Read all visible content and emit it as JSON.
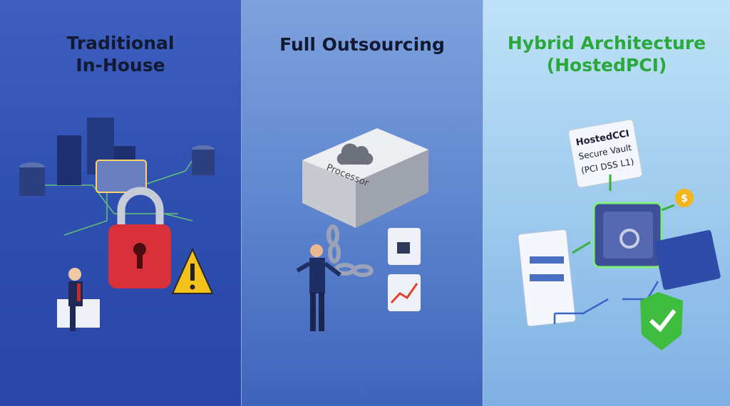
{
  "panels": [
    {
      "title_line1": "Traditional",
      "title_line2": "In-House"
    },
    {
      "title_line1": "Full Outsourcing",
      "processor_label": "Processor"
    },
    {
      "title_line1": "Hybrid Architecture",
      "title_line2": "(HostedPCI)",
      "vault_sign": {
        "line1": "HostedCCI",
        "line2": "Secure Vault",
        "line3": "(PCI DSS L1)"
      }
    }
  ],
  "colors": {
    "title_dark": "#121a33",
    "title_green": "#2aa83a",
    "lock_red": "#d8303a",
    "warning": "#f5c21b"
  }
}
